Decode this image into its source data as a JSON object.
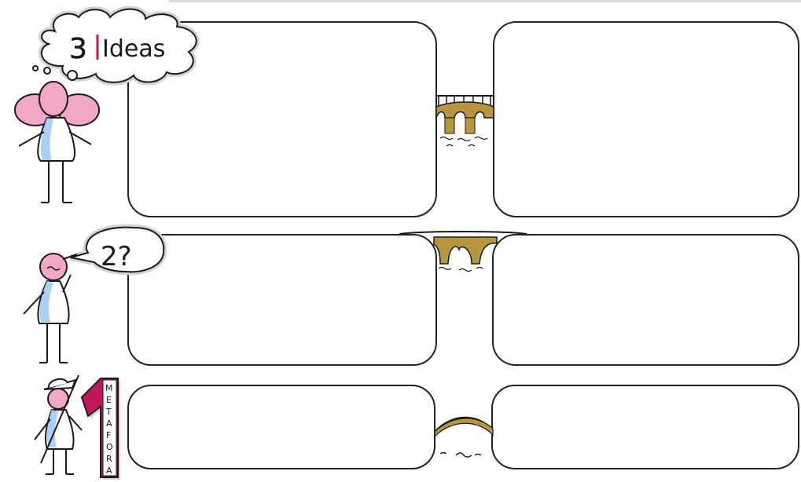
{
  "row1": {
    "label": "3 Ideas",
    "label_number": "3",
    "label_word": "Ideas"
  },
  "row2": {
    "label": "2?"
  },
  "row3": {
    "label_number": "1",
    "label_word": "METAFORA",
    "letters": [
      "M",
      "E",
      "T",
      "A",
      "F",
      "O",
      "R",
      "A"
    ]
  },
  "colors": {
    "pink": "#f2a7c6",
    "blue": "#a9d0f5",
    "red_marker": "#c2185b",
    "gold": "#b8963e",
    "gray_shadow": "#d3d3d3",
    "ink": "#1a1a1a"
  }
}
